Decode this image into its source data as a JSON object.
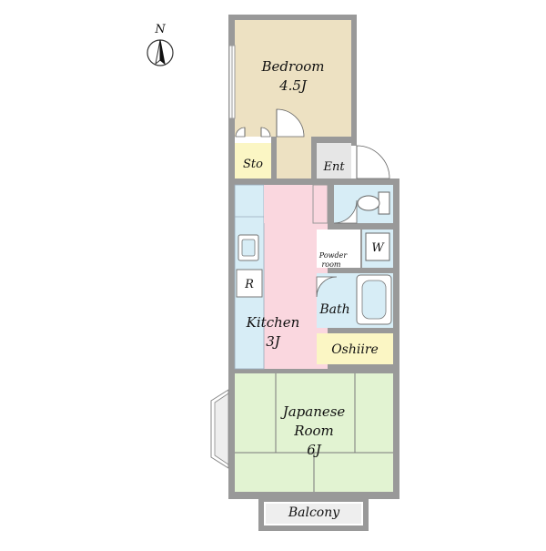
{
  "compass": {
    "label": "N"
  },
  "rooms": {
    "bedroom": {
      "name": "Bedroom",
      "size": "4.5J"
    },
    "storage": {
      "name": "Sto"
    },
    "entrance": {
      "name": "Ent"
    },
    "kitchen": {
      "name": "Kitchen",
      "size": "3J"
    },
    "refrigerator": {
      "name": "R"
    },
    "powder": {
      "line1": "Powder",
      "line2": "room"
    },
    "washer": {
      "name": "W"
    },
    "bath": {
      "name": "Bath"
    },
    "oshiire": {
      "name": "Oshiire"
    },
    "japanese": {
      "line1": "Japanese",
      "line2": "Room",
      "size": "6J"
    },
    "balcony": {
      "name": "Balcony"
    }
  },
  "colors": {
    "wall": "#999999",
    "bedroom": "#ede1c2",
    "kitchen": "#fad7df",
    "japanese": "#e2f3d2",
    "wet_area": "#d7edf6",
    "storage": "#fbf6c4",
    "entrance": "#e6e6e6",
    "hallway": "#ede1c2",
    "white": "#ffffff"
  }
}
